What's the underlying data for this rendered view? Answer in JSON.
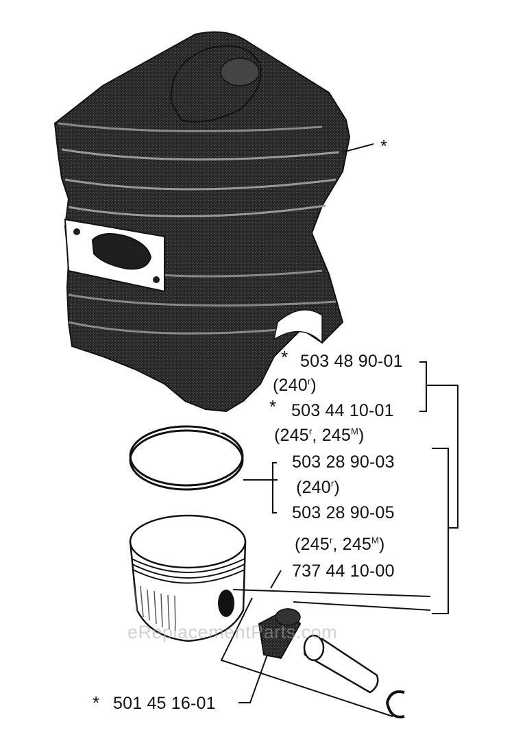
{
  "watermark": "eReplacementParts.com",
  "labels": {
    "cylinder_star": "*",
    "kit_240_star": "*",
    "kit_240_number": "503 48 90-01",
    "kit_240_model": "240",
    "kit_245_star": "*",
    "kit_245_number": "503 44 10-01",
    "kit_245_model_a": "245",
    "kit_245_model_b": "245",
    "ring_240_number": "503 28 90-03",
    "ring_240_model": "240",
    "ring_245_number": "503 28 90-05",
    "ring_245_model_a": "245",
    "ring_245_model_b": "245",
    "pin_set_number": "737 44 10-00",
    "bearing_star": "*",
    "bearing_number": "501 45 16-01"
  },
  "superscripts": {
    "kit_240": "r",
    "kit_245_a": "r",
    "kit_245_b": "M",
    "ring_240": "r",
    "ring_245_a": "r",
    "ring_245_b": "M"
  },
  "colors": {
    "ink": "#111111",
    "body": "#262626",
    "paper": "#ffffff"
  },
  "icons": [
    "cylinder-icon",
    "piston-ring-icon",
    "piston-icon",
    "needle-bearing-icon",
    "piston-pin-icon",
    "circlip-icon"
  ]
}
